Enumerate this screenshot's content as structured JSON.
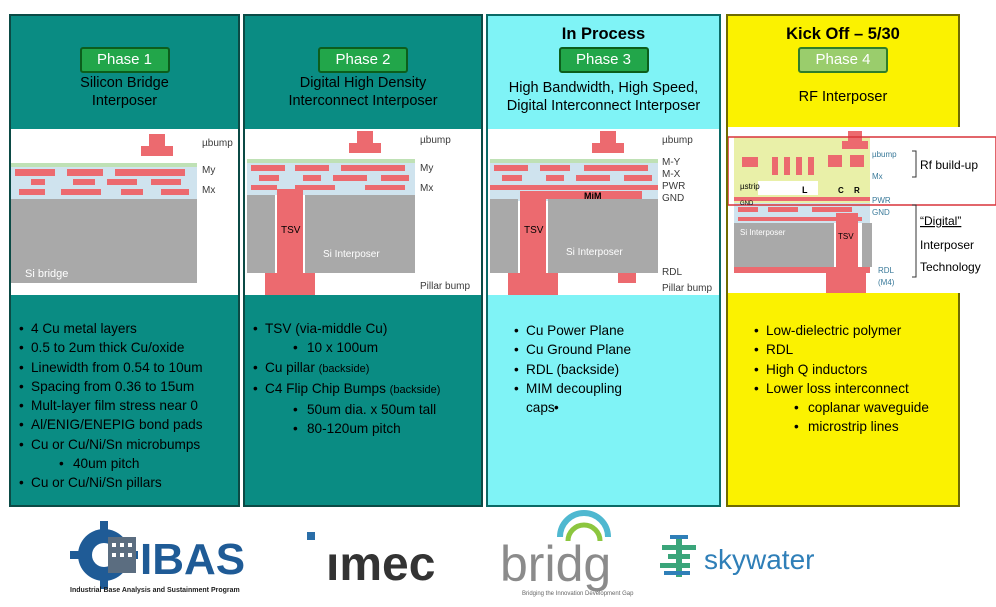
{
  "phases": [
    {
      "status": "",
      "badge": "Phase 1",
      "title": [
        "Silicon Bridge",
        "Interposer"
      ],
      "diagram_labels": {
        "top": "µbump",
        "mid": "My",
        "low": "Mx",
        "body": "Si bridge"
      },
      "bullets": [
        {
          "text": "4 Cu metal layers",
          "level": 0
        },
        {
          "text": "0.5 to 2um thick Cu/oxide",
          "level": 0
        },
        {
          "text": "Linewidth from 0.54 to 10um",
          "level": 0
        },
        {
          "text": "Spacing from 0.36 to 15um",
          "level": 0
        },
        {
          "text": "Mult-layer film stress near 0",
          "level": 0
        },
        {
          "text": "Al/ENIG/ENEPIG bond pads",
          "level": 0
        },
        {
          "text": "Cu or Cu/Ni/Sn microbumps",
          "level": 0
        },
        {
          "text": "40um pitch",
          "level": 1
        },
        {
          "text": "Cu or Cu/Ni/Sn pillars",
          "level": 0
        }
      ]
    },
    {
      "status": "",
      "badge": "Phase 2",
      "title": [
        "Digital High Density",
        "Interconnect Interposer"
      ],
      "diagram_labels": {
        "top": "µbump",
        "mid": "My",
        "low": "Mx",
        "tsv": "TSV",
        "body": "Si Interposer",
        "bottom": "Pillar bump"
      },
      "bullets": [
        {
          "text": "TSV (via-middle Cu)",
          "level": 0
        },
        {
          "text": "10 x 100um",
          "level": 1
        },
        {
          "text": "Cu pillar",
          "note": "(backside)",
          "level": 0
        },
        {
          "text": "C4 Flip Chip Bumps",
          "note": "(backside)",
          "level": 0
        },
        {
          "text": "50um dia. x 50um tall",
          "level": 1
        },
        {
          "text": "80-120um pitch",
          "level": 1
        }
      ]
    },
    {
      "status": "In Process",
      "badge": "Phase 3",
      "title": [
        "High Bandwidth, High Speed,",
        "Digital Interconnect Interposer"
      ],
      "diagram_labels": {
        "top": "µbump",
        "my": "M-Y",
        "mx": "M-X",
        "pwr": "PWR",
        "gnd": "GND",
        "mim": "MiM",
        "tsv": "TSV",
        "body": "Si Interposer",
        "rdl": "RDL",
        "bottom": "Pillar bump"
      },
      "bullets": [
        {
          "text": "Cu Power Plane",
          "level": 0
        },
        {
          "text": "Cu Ground Plane",
          "level": 0
        },
        {
          "text": "RDL (backside)",
          "level": 0
        },
        {
          "text": "MIM decoupling",
          "level": 0
        },
        {
          "text": "caps",
          "level": 2
        }
      ]
    },
    {
      "status": "Kick Off – 5/30",
      "badge": "Phase 4",
      "title": [
        "RF Interposer"
      ],
      "diagram_labels": {
        "top": "µbump",
        "mx": "Mx",
        "pwr": "PWR",
        "gnd": "GND",
        "ustrip": "µstrip",
        "gnd2": "GND",
        "l": "L",
        "c": "C",
        "r": "R",
        "tsv": "TSV",
        "body": "Si Interposer",
        "rdl": "RDL",
        "m4": "(M4)",
        "rf": "Rf build-up",
        "digital": "“Digital”",
        "interposer": "Interposer",
        "technology": "Technology"
      },
      "bullets": [
        {
          "text": "Low-dielectric polymer",
          "level": 0
        },
        {
          "text": "RDL",
          "level": 2
        },
        {
          "text": "High Q inductors",
          "level": 0
        },
        {
          "text": "Lower loss interconnect",
          "level": 0
        },
        {
          "text": "coplanar waveguide",
          "level": 1
        },
        {
          "text": "microstrip lines",
          "level": 1
        }
      ]
    }
  ],
  "logos": {
    "ibas": "IBAS",
    "ibas_sub": "Industrial Base Analysis and Sustainment Program",
    "imec": "ımec",
    "bridg": "bridg",
    "bridg_sub": "Bridging the Innovation Development Gap",
    "skywater": "skywater"
  },
  "colors": {
    "teal": "#0a8c83",
    "cyan": "#7ff3f6",
    "yellow": "#fbf200",
    "badge": "#22a64a",
    "copper_red": "#ec6a6f",
    "silicon_gray": "#a9a9a9"
  }
}
